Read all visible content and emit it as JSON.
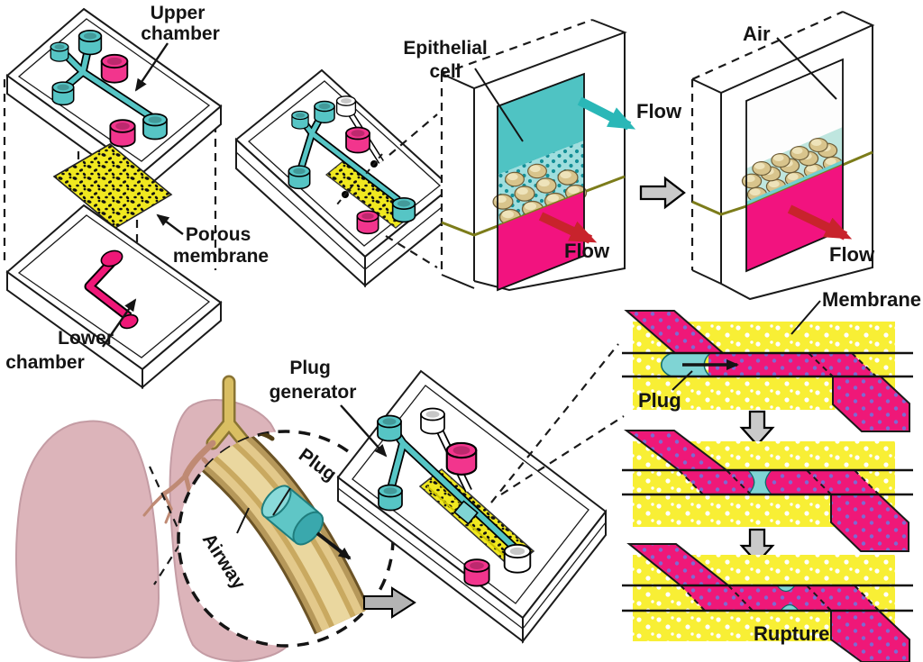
{
  "labels": {
    "upper_chamber": [
      "Upper",
      "chamber"
    ],
    "porous_membrane": [
      "Porous",
      "membrane"
    ],
    "lower_chamber": [
      "Lower",
      "chamber"
    ],
    "epithelial_cell": [
      "Epithelial",
      "cell"
    ],
    "flow_apical": "Flow",
    "flow_basal": "Flow",
    "air": "Air",
    "flow_air_stage": "Flow",
    "membrane": "Membrane",
    "plug_channel": "Plug",
    "rupture": "Rupture",
    "plug_generator": [
      "Plug",
      "generator"
    ],
    "plug_airway": "Plug",
    "airway": "Airway"
  },
  "colors": {
    "channel_cyan": "#56c5c5",
    "window_cyan": "#4fc3c3",
    "plug_cyan": "#7fd4d4",
    "magenta": "#f2137f",
    "liquid_magenta": "#ef1878",
    "liquid_dot_purple": "#7d6ad2",
    "membrane_yellow": "#f8ef35",
    "speck_yellow": "#f0e820",
    "olive_membrane_edge": "#7c7c1a",
    "cell_tan": "#d8c48c",
    "lung_pink": "#dcb4ba",
    "bronchi_brown": "#bf8a74",
    "trachea_tan": "#d9be62",
    "airway_tube_tan": "#e3c98b",
    "flow_cyan_arrow": "#2ab7b7",
    "flow_red_arrow": "#c8232c",
    "block_arrow_gray": "#c9c9c9"
  }
}
